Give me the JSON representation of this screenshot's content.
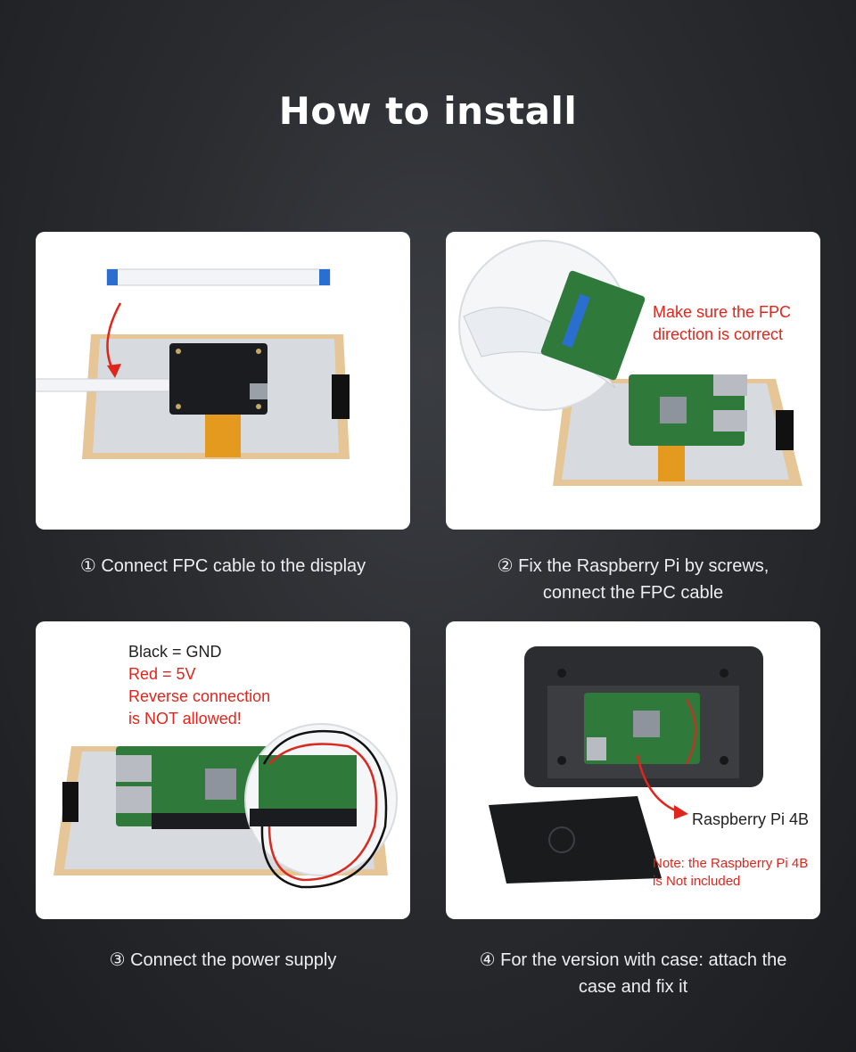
{
  "page": {
    "title": "How to install"
  },
  "steps": [
    {
      "caption": "① Connect FPC cable to the display"
    },
    {
      "caption_line1": "② Fix the Raspberry Pi by screws,",
      "caption_line2": "connect the FPC cable",
      "annotation_line1": "Make sure the FPC",
      "annotation_line2": "direction is correct"
    },
    {
      "caption": "③ Connect the power supply",
      "legend_black": "Black = GND",
      "legend_red": "Red = 5V",
      "warning_line1": "Reverse connection",
      "warning_line2": "is NOT allowed!"
    },
    {
      "caption_line1": "④ For the version with case: attach the",
      "caption_line2": "case and fix it",
      "pi_label": "Raspberry Pi 4B",
      "note_line1": "Note: the Raspberry Pi 4B",
      "note_line2": "is Not included"
    }
  ],
  "colors": {
    "accent_red": "#e0261c",
    "pcb_green": "#2f7a3a",
    "fpc_orange": "#e39a1e"
  }
}
